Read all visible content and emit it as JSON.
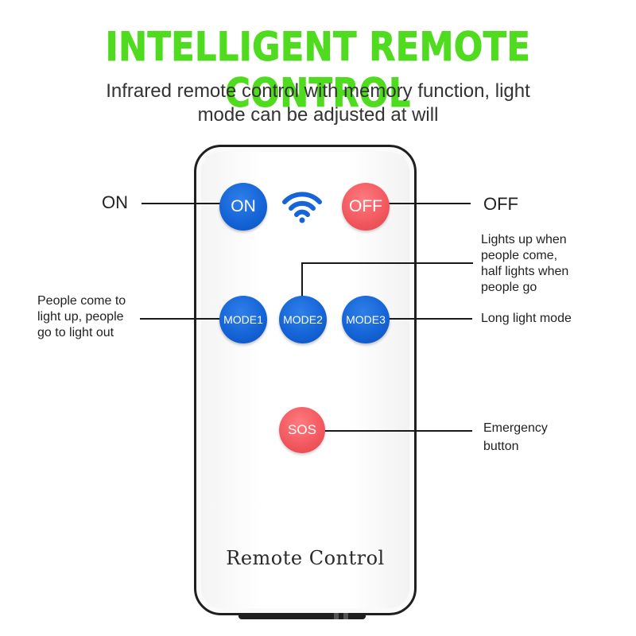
{
  "header": {
    "title": "INTELLIGENT REMOTE CONTROL",
    "subtitle_line1": "Infrared remote control with memory function, light",
    "subtitle_line2": "mode can be adjusted at will"
  },
  "remote": {
    "brand_label": "Remote Control",
    "buttons": {
      "on": "ON",
      "off": "OFF",
      "mode1": "MODE1",
      "mode2": "MODE2",
      "mode3": "MODE3",
      "sos": "SOS"
    },
    "signal_icon": "wifi-signal-icon"
  },
  "callouts": {
    "on": "ON",
    "off": "OFF",
    "mode1": [
      "People come to",
      "light up, people",
      "go to light out"
    ],
    "mode2": [
      "Lights up when",
      "people come,",
      "half lights when",
      "people go"
    ],
    "mode3": "Long light mode",
    "sos": [
      "Emergency",
      "button"
    ]
  },
  "colors": {
    "headline_green": "#4fdb1e",
    "button_blue": "#1565d8",
    "button_red": "#f25a60",
    "remote_outline": "#1f1f1f"
  }
}
